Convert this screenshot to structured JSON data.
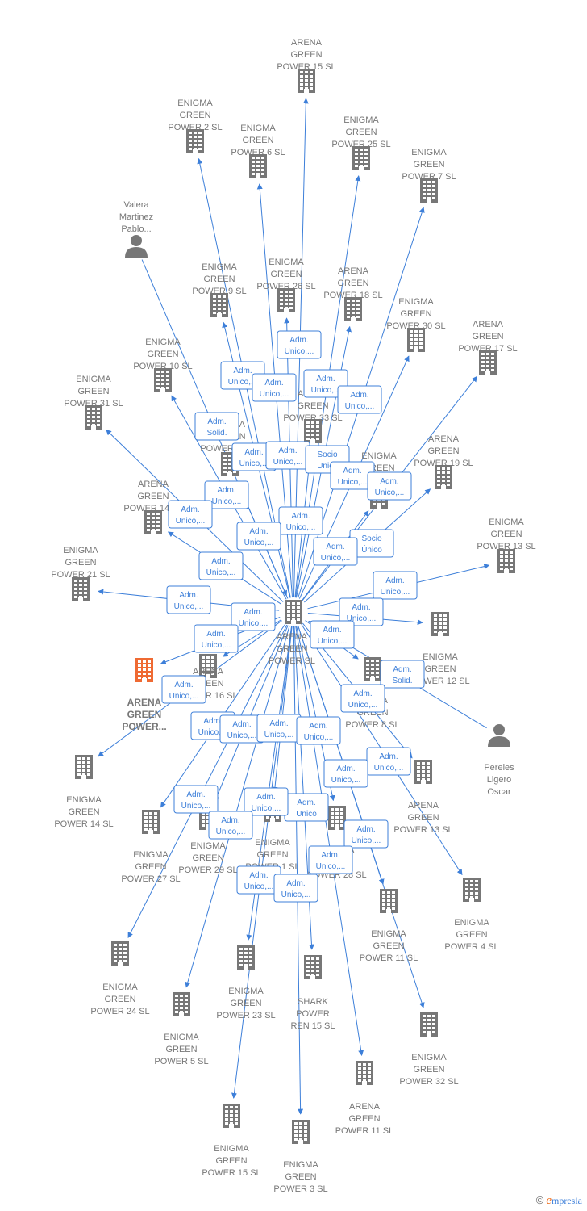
{
  "colors": {
    "edge": "#3d7fd9",
    "icon": "#777777",
    "focus_icon": "#ef6a33",
    "text": "#777777"
  },
  "center": {
    "label": [
      "ARENA",
      "GREEN",
      "POWER  SL"
    ],
    "icon": "building-icon"
  },
  "nodes": [
    {
      "id": "n1",
      "label": [
        "ARENA",
        "GREEN",
        "POWER 15  SL"
      ],
      "icon": "building-icon"
    },
    {
      "id": "n2",
      "label": [
        "ENIGMA",
        "GREEN",
        "POWER 2  SL"
      ],
      "icon": "building-icon"
    },
    {
      "id": "n3",
      "label": [
        "ENIGMA",
        "GREEN",
        "POWER 6  SL"
      ],
      "icon": "building-icon"
    },
    {
      "id": "n4",
      "label": [
        "ENIGMA",
        "GREEN",
        "POWER 25  SL"
      ],
      "icon": "building-icon"
    },
    {
      "id": "n5",
      "label": [
        "ENIGMA",
        "GREEN",
        "POWER 7  SL"
      ],
      "icon": "building-icon"
    },
    {
      "id": "n6",
      "label": [
        "Valera",
        "Martinez",
        "Pablo..."
      ],
      "icon": "person-icon"
    },
    {
      "id": "n7",
      "label": [
        "ENIGMA",
        "GREEN",
        "POWER 9  SL"
      ],
      "icon": "building-icon"
    },
    {
      "id": "n8",
      "label": [
        "ENIGMA",
        "GREEN",
        "POWER 26  SL"
      ],
      "icon": "building-icon"
    },
    {
      "id": "n9",
      "label": [
        "ARENA",
        "GREEN",
        "POWER 18  SL"
      ],
      "icon": "building-icon"
    },
    {
      "id": "n10",
      "label": [
        "ENIGMA",
        "GREEN",
        "POWER 30  SL"
      ],
      "icon": "building-icon"
    },
    {
      "id": "n11",
      "label": [
        "ARENA",
        "GREEN",
        "POWER 17  SL"
      ],
      "icon": "building-icon"
    },
    {
      "id": "n12",
      "label": [
        "ENIGMA",
        "GREEN",
        "POWER 10  SL"
      ],
      "icon": "building-icon"
    },
    {
      "id": "n13",
      "label": [
        "ENIGMA",
        "GREEN",
        "POWER 31  SL"
      ],
      "icon": "building-icon"
    },
    {
      "id": "n14",
      "label": [
        "ARENA",
        "GREEN",
        "POWER 12  SL"
      ],
      "icon": "building-icon"
    },
    {
      "id": "n15",
      "label": [
        "ARENA",
        "GREEN",
        "POWER 33  SL"
      ],
      "icon": "building-icon"
    },
    {
      "id": "n16",
      "label": [
        "ENIGMA",
        "GREEN",
        "POWER 22  SL"
      ],
      "icon": "building-icon"
    },
    {
      "id": "n17",
      "label": [
        "ARENA",
        "GREEN",
        "POWER 19  SL"
      ],
      "icon": "building-icon"
    },
    {
      "id": "n18",
      "label": [
        "ARENA",
        "GREEN",
        "POWER 14  SL"
      ],
      "icon": "building-icon"
    },
    {
      "id": "n19",
      "label": [
        "ENIGMA",
        "GREEN",
        "POWER 13  SL"
      ],
      "icon": "building-icon"
    },
    {
      "id": "n20",
      "label": [
        "ENIGMA",
        "GREEN",
        "POWER 21  SL"
      ],
      "icon": "building-icon"
    },
    {
      "id": "n21",
      "label": [
        "ENIGMA",
        "GREEN",
        "POWER 12  SL"
      ],
      "icon": "building-icon"
    },
    {
      "id": "n22",
      "label": [
        "ARENA",
        "GREEN",
        "POWER..."
      ],
      "icon": "building-icon",
      "focus": true
    },
    {
      "id": "n23",
      "label": [
        "ARENA",
        "GREEN",
        "POWER 16  SL"
      ],
      "icon": "building-icon"
    },
    {
      "id": "n24",
      "label": [
        "ARENA",
        "GREEN",
        "POWER 8  SL"
      ],
      "icon": "building-icon"
    },
    {
      "id": "n25",
      "label": [
        "Pereles",
        "Ligero",
        "Oscar"
      ],
      "icon": "person-icon"
    },
    {
      "id": "n26",
      "label": [
        "ENIGMA",
        "GREEN",
        "POWER 14  SL"
      ],
      "icon": "building-icon"
    },
    {
      "id": "n27",
      "label": [
        "ARENA",
        "GREEN",
        "POWER 13  SL"
      ],
      "icon": "building-icon"
    },
    {
      "id": "n28",
      "label": [
        "ENIGMA",
        "GREEN",
        "POWER 27  SL"
      ],
      "icon": "building-icon"
    },
    {
      "id": "n29",
      "label": [
        "ENIGMA",
        "GREEN",
        "POWER 29  SL"
      ],
      "icon": "building-icon"
    },
    {
      "id": "n30",
      "label": [
        "ENIGMA",
        "GREEN",
        "POWER 1  SL"
      ],
      "icon": "building-icon"
    },
    {
      "id": "n31",
      "label": [
        "ENIGMA",
        "GREEN",
        "POWER 28  SL"
      ],
      "icon": "building-icon"
    },
    {
      "id": "n32",
      "label": [
        "ENIGMA",
        "GREEN",
        "POWER 4  SL"
      ],
      "icon": "building-icon"
    },
    {
      "id": "n33",
      "label": [
        "ENIGMA",
        "GREEN",
        "POWER 11  SL"
      ],
      "icon": "building-icon"
    },
    {
      "id": "n34",
      "label": [
        "ENIGMA",
        "GREEN",
        "POWER 24  SL"
      ],
      "icon": "building-icon"
    },
    {
      "id": "n35",
      "label": [
        "ENIGMA",
        "GREEN",
        "POWER 23  SL"
      ],
      "icon": "building-icon"
    },
    {
      "id": "n36",
      "label": [
        "SHARK",
        "POWER",
        "REN 15  SL"
      ],
      "icon": "building-icon"
    },
    {
      "id": "n37",
      "label": [
        "ENIGMA",
        "GREEN",
        "POWER 5  SL"
      ],
      "icon": "building-icon"
    },
    {
      "id": "n38",
      "label": [
        "ENIGMA",
        "GREEN",
        "POWER 32  SL"
      ],
      "icon": "building-icon"
    },
    {
      "id": "n39",
      "label": [
        "ARENA",
        "GREEN",
        "POWER 11  SL"
      ],
      "icon": "building-icon"
    },
    {
      "id": "n40",
      "label": [
        "ENIGMA",
        "GREEN",
        "POWER 15  SL"
      ],
      "icon": "building-icon"
    },
    {
      "id": "n41",
      "label": [
        "ENIGMA",
        "GREEN",
        "POWER 3  SL"
      ],
      "icon": "building-icon"
    }
  ],
  "edge_labels": [
    [
      "Adm.",
      "Unico,..."
    ],
    [
      "Adm.",
      "Unico,..."
    ],
    [
      "Adm.",
      "Unico,..."
    ],
    [
      "Adm.",
      "Unico,..."
    ],
    [
      "Adm.",
      "Unico,..."
    ],
    [
      "Adm.",
      "Solid."
    ],
    [
      "Adm.",
      "Unico,..."
    ],
    [
      "Adm.",
      "Unico,..."
    ],
    [
      "Socio",
      "Unico"
    ],
    [
      "Adm.",
      "Unico,..."
    ],
    [
      "Adm.",
      "Unico,..."
    ],
    [
      "Adm.",
      "Unico,..."
    ],
    [
      "Adm.",
      "Unico,..."
    ],
    [
      "Adm.",
      "Unico,..."
    ],
    [
      "Adm.",
      "Unico,..."
    ],
    [
      "Socio",
      "Único"
    ],
    [
      "Adm.",
      "Unico,..."
    ],
    [
      "Adm.",
      "Unico,..."
    ],
    [
      "Adm.",
      "Unico,..."
    ],
    [
      "Adm.",
      "Unico,..."
    ],
    [
      "Adm.",
      "Unico,..."
    ],
    [
      "Adm.",
      "Unico,..."
    ],
    [
      "Adm.",
      "Unico,..."
    ],
    [
      "Adm.",
      "Solid."
    ],
    [
      "Adm.",
      "Unico,..."
    ],
    [
      "Adm.",
      "Unico,..."
    ],
    [
      "Adm.",
      "Unico,..."
    ],
    [
      "Adm.",
      "Unico,..."
    ],
    [
      "Adm.",
      "Unico,..."
    ],
    [
      "Adm.",
      "Unico,..."
    ],
    [
      "Adm.",
      "Unico,..."
    ],
    [
      "Adm.",
      "Unico,..."
    ],
    [
      "Adm.",
      "Unico"
    ],
    [
      "Adm.",
      "Unico,..."
    ],
    [
      "Adm.",
      "Unico,..."
    ],
    [
      "Adm.",
      "Unico,..."
    ],
    [
      "Adm.",
      "Unico,..."
    ],
    [
      "Adm.",
      "Unico,..."
    ],
    [
      "Adm.",
      "Unico,..."
    ],
    [
      "Adm.",
      "Unico,..."
    ],
    [
      "Adm.",
      "Unico,..."
    ]
  ],
  "footer": {
    "copyright": "©",
    "brand_initial": "e",
    "brand_rest": "mpresia"
  }
}
